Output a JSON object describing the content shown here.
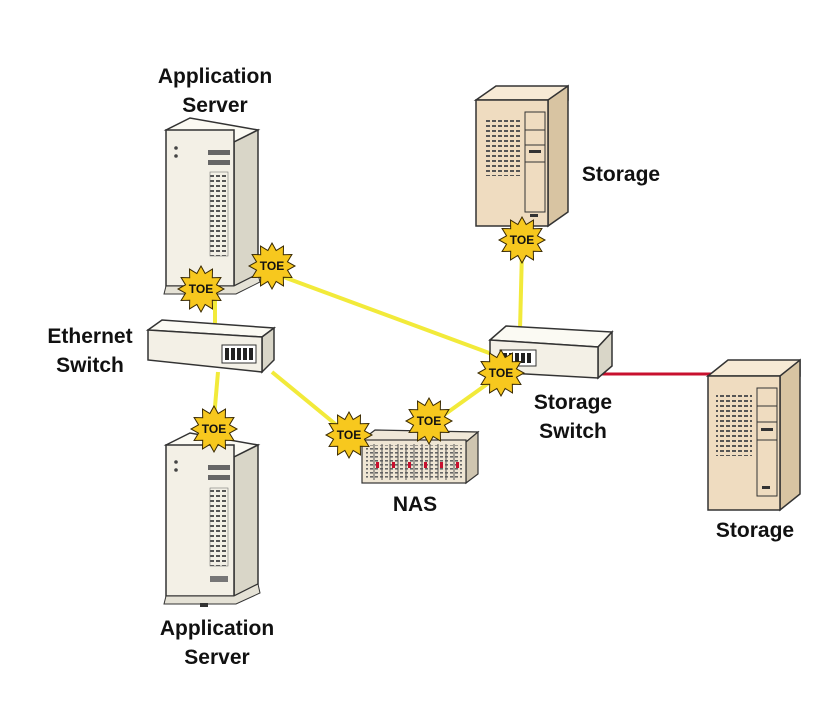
{
  "labels": {
    "app_server_top": [
      "Application",
      "Server"
    ],
    "app_server_bottom": [
      "Application",
      "Server"
    ],
    "ethernet_switch": [
      "Ethernet",
      "Switch"
    ],
    "storage_switch": [
      "Storage",
      "Switch"
    ],
    "storage_top": "Storage",
    "storage_right": "Storage",
    "nas": "NAS"
  },
  "toe_label": "TOE",
  "colors": {
    "ethernet_link": "#f2ea3a",
    "storage_link": "#c8102e",
    "toe_badge": "#f7c81e",
    "server_body": "#f3f0e6",
    "storage_body": "#efdcc0"
  }
}
